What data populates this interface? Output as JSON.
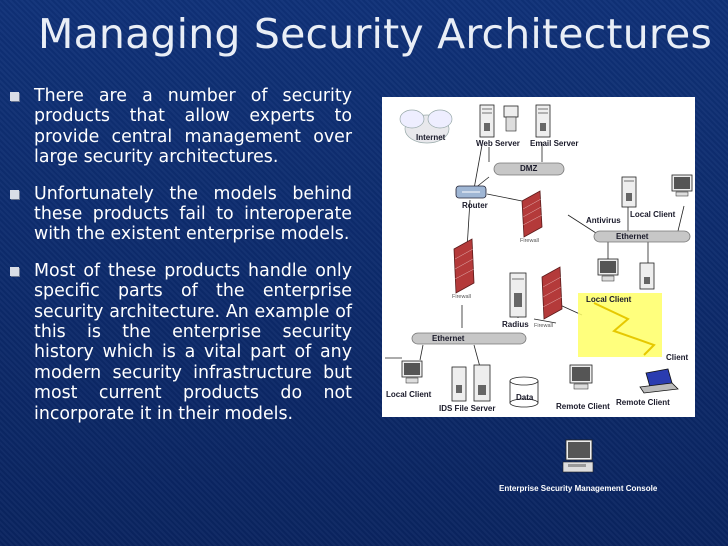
{
  "slide": {
    "title": "Managing Security Architectures",
    "bullets": [
      "There are a number of  security products that allow  experts to provide central management over large security architectures.",
      "Unfortunately the models behind these products fail to interoperate with the existent enterprise models.",
      "Most of these products  handle only  specific parts of the  enterprise security architecture. An example of this is the enterprise security history which is a vital part of any modern security infrastructure but most current products do not incorporate it in their models."
    ]
  },
  "diagram": {
    "labels": {
      "internet": "Internet",
      "web_server": "Web Server",
      "email_server": "Email Server",
      "dmz": "DMZ",
      "router": "Router",
      "antivirus": "Antivirus",
      "local_client_top": "Local Client",
      "ethernet_right": "Ethernet",
      "firewall_top": "Firewall",
      "firewall_left": "Firewall",
      "firewall_mid": "Firewall",
      "local_client_mid": "Local Client",
      "radius": "Radius",
      "ethernet_left": "Ethernet",
      "client": "Client",
      "local_client_bottom": "Local Client",
      "ids_file_server": "IDS File Server",
      "data": "Data",
      "remote_client_1": "Remote Client",
      "remote_client_2": "Remote Client",
      "console": "Enterprise Security Management Console"
    }
  }
}
